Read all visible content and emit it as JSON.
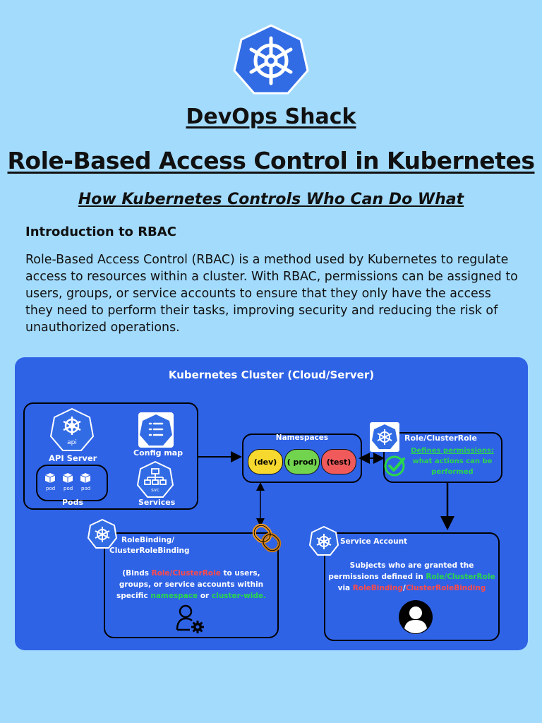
{
  "header": {
    "brand": "DevOps Shack",
    "title": "Role-Based Access Control in Kubernetes",
    "subtitle": "How Kubernetes Controls Who Can Do What"
  },
  "intro": {
    "heading": "Introduction to RBAC",
    "body": "Role-Based Access Control (RBAC) is a method used by Kubernetes to regulate access to resources within a cluster. With RBAC, permissions can be assigned to users, groups, or service accounts to ensure that they only have the access they need to perform their tasks, improving security and reducing the risk of unauthorized operations."
  },
  "diagram": {
    "cluster_title": "Kubernetes Cluster (Cloud/Server)",
    "api_server": {
      "label": "API Server",
      "icon_text": "api"
    },
    "config_map": {
      "label": "Config map"
    },
    "pods": {
      "label": "Pods",
      "items": [
        "pod",
        "pod",
        "pod"
      ]
    },
    "services": {
      "label": "Services",
      "icon_text": "svc"
    },
    "namespaces": {
      "label": "Namespaces",
      "items": [
        "(dev)",
        "( prod)",
        "(test)"
      ]
    },
    "role": {
      "label": "Role/ClusterRole",
      "desc_green": "Defines permissions:",
      "desc_rest": "what actions can be performed"
    },
    "rolebinding": {
      "label_line1": "RoleBinding/",
      "label_line2": "ClusterRoleBinding",
      "desc_1": "(Binds ",
      "desc_2": "Role/ClusterRole",
      "desc_3": " to users, groups, or service accounts within specific ",
      "desc_4": "namespace",
      "desc_5": " or ",
      "desc_6": "cluster-wide.",
      "desc_7": ""
    },
    "service_account": {
      "label": "Service Account",
      "desc_1": "Subjects who are granted the permissions defined in ",
      "desc_2": "Role/ClusterRole",
      "desc_3": " via ",
      "desc_4": "RoleBinding",
      "desc_5": "/",
      "desc_6": "ClusterRoleBinding"
    },
    "colors": {
      "cluster": "#2f63e6",
      "k8s": "#326ce5",
      "dev": "#f7d82e",
      "prod": "#72d34f",
      "test": "#f05a5a",
      "green": "#2bd64d",
      "red": "#ff4a4a"
    }
  }
}
